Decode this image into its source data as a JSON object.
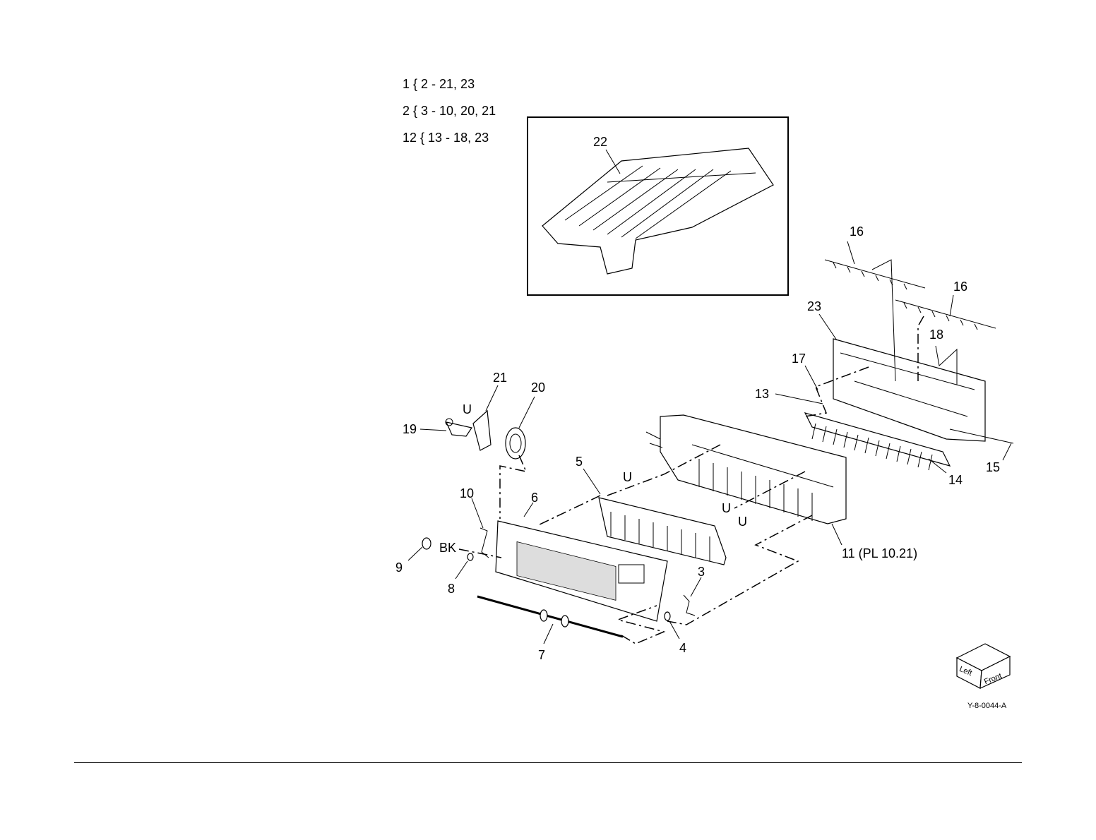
{
  "assembly_list": [
    {
      "id": "1",
      "text": "1 { 2 - 21, 23"
    },
    {
      "id": "2",
      "text": "2 { 3 - 10, 20, 21"
    },
    {
      "id": "12",
      "text": "12 { 13 - 18, 23"
    }
  ],
  "callouts": {
    "c22": "22",
    "c16a": "16",
    "c16b": "16",
    "c23": "23",
    "c18": "18",
    "c17": "17",
    "c13": "13",
    "c21": "21",
    "c20": "20",
    "cU1": "U",
    "cU2": "U",
    "c19": "19",
    "c5": "5",
    "cU3": "U",
    "c10": "10",
    "c6": "6",
    "cU4": "U",
    "cU5": "U",
    "c14": "14",
    "c15": "15",
    "c11": "11 (PL 10.21)",
    "c9": "9",
    "cBK": "BK",
    "c8": "8",
    "c3": "3",
    "c7": "7",
    "c4": "4"
  },
  "orientation_cube": {
    "left": "Left",
    "front": "Front"
  },
  "drawing_code": "Y-8-0044-A"
}
